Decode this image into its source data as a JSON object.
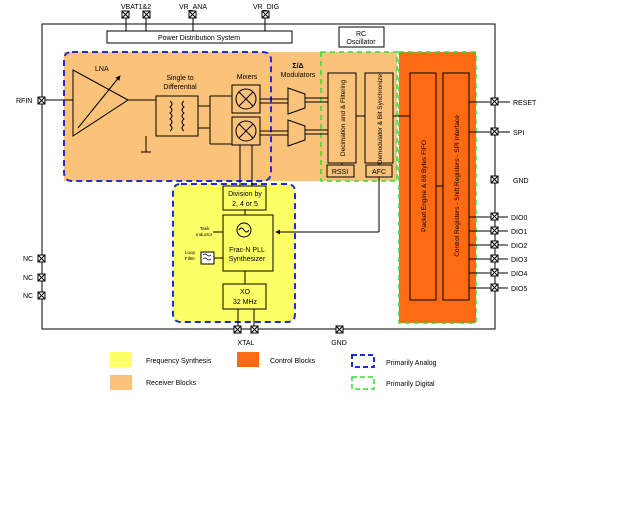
{
  "pins": {
    "vbat": "VBAT1&2",
    "vr_ana": "VR_ANA",
    "vr_dig": "VR_DIG",
    "rfin": "RFIN",
    "reset": "RESET",
    "spi": "SPI",
    "gnd_right": "GND",
    "dio": [
      "DIO0",
      "DIO1",
      "DIO2",
      "DIO3",
      "DIO4",
      "DIO5"
    ],
    "nc": [
      "NC",
      "NC",
      "NC"
    ],
    "xtal": "XTAL",
    "gnd_bottom": "GND"
  },
  "blocks": {
    "power": "Power Distribution System",
    "rc_line1": "RC",
    "rc_line2": "Oscillator",
    "lna": "LNA",
    "s2d_line1": "Single to",
    "s2d_line2": "Differential",
    "mixers": "Mixers",
    "sd_line1": "Σ/Δ",
    "sd_line2": "Modulators",
    "decim": "Decimation and & Filtering",
    "demod": "Demodulator & Bit Synchronizer",
    "rssi": "RSSI",
    "afc": "AFC",
    "packet": "Packet Engine & 66 Bytes FIFO",
    "control": "Control Registers - Shift Registers - SPI Interface",
    "div_line1": "Division by",
    "div_line2": "2, 4 or 5",
    "tank_line1": "Tank",
    "tank_line2": "Inductor",
    "loop_line1": "Loop",
    "loop_line2": "Filter",
    "pll_line1": "Frac-N PLL",
    "pll_line2": "Synthesizer",
    "xo_line1": "XO",
    "xo_line2": "32 MHz"
  },
  "legend": {
    "freq": "Frequency Synthesis",
    "control": "Control Blocks",
    "analog": "Primarily Analog",
    "receiver": "Receiver Blocks",
    "digital": "Primarily Digital"
  },
  "colors": {
    "receiver": "#fbc27a",
    "freq_synth": "#ffff66",
    "control": "#ff6a13",
    "analog_border": "#1b2fd6",
    "digital_border": "#33dd33"
  }
}
